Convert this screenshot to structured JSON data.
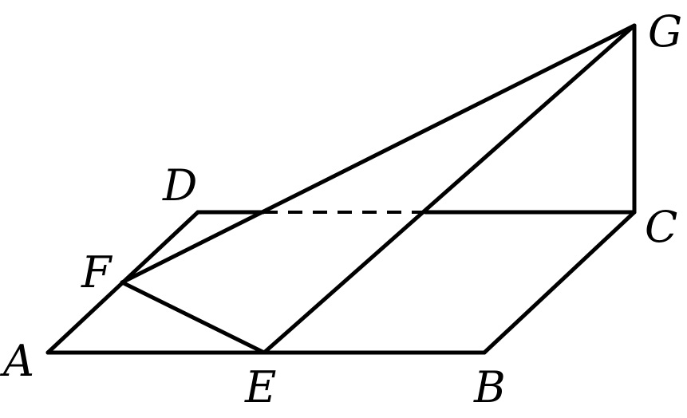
{
  "figure": {
    "points": {
      "A": {
        "label": "A"
      },
      "B": {
        "label": "B"
      },
      "C": {
        "label": "C"
      },
      "D": {
        "label": "D"
      },
      "E": {
        "label": "E"
      },
      "F": {
        "label": "F"
      },
      "G": {
        "label": "G"
      }
    },
    "colors": {
      "line": "#000000",
      "background": "#ffffff"
    }
  }
}
